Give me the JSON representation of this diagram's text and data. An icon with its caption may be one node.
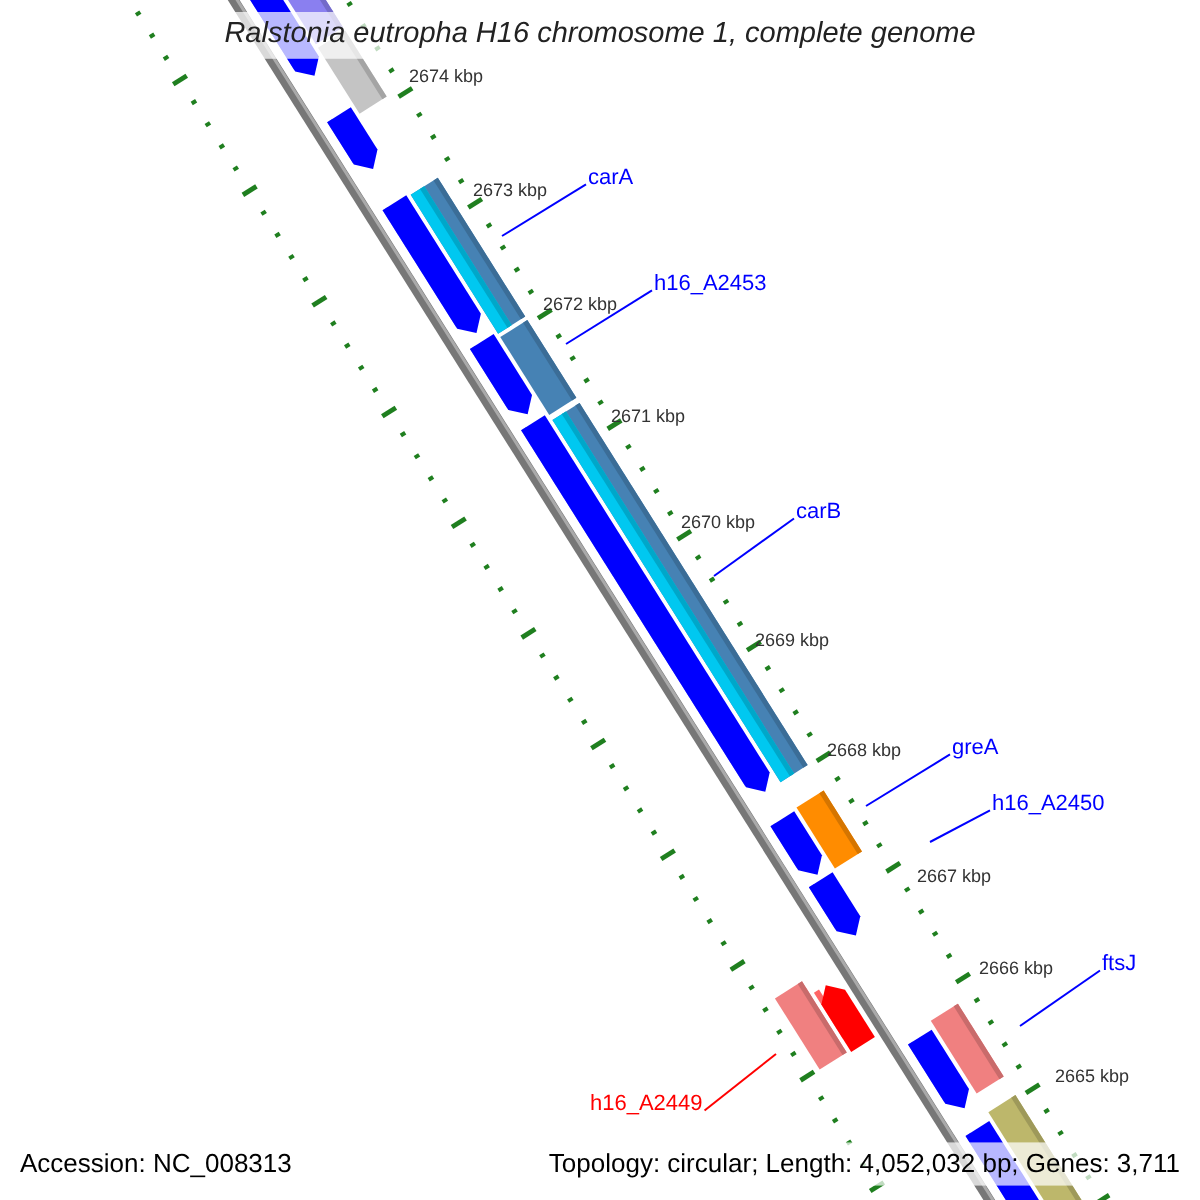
{
  "diagram": {
    "title": "Ralstonia eutropha H16 chromosome 1, complete genome",
    "nodes": [
      {
        "text": [
          "carA"
        ]
      },
      {
        "text": [
          "h16_A2453"
        ]
      },
      {
        "text": [
          "carB"
        ]
      },
      {
        "text": [
          "greA"
        ]
      },
      {
        "text": [
          "h16_A2450"
        ]
      },
      {
        "text": [
          "ftsJ"
        ]
      },
      {
        "text": [
          "h16_A2449"
        ]
      }
    ],
    "edges": [
      {
        "from": 0,
        "to": null,
        "arrow": "none"
      },
      {
        "from": 1,
        "to": null,
        "arrow": "none"
      },
      {
        "from": 2,
        "to": null,
        "arrow": "none"
      },
      {
        "from": 3,
        "to": null,
        "arrow": "none"
      },
      {
        "from": 4,
        "to": null,
        "arrow": "none"
      },
      {
        "from": 5,
        "to": null,
        "arrow": "none"
      },
      {
        "from": 6,
        "to": null,
        "arrow": "none",
        "color": "#ff0000"
      }
    ],
    "labels": [
      "2674 kbp",
      "2673 kbp",
      "2672 kbp",
      "2671 kbp",
      "2670 kbp",
      "2669 kbp",
      "2668 kbp",
      "2667 kbp",
      "2666 kbp",
      "2665 kbp",
      "Accession: NC_008313",
      "Topology: circular; Length: 4,052,032 bp; Genes: 3,711"
    ]
  }
}
